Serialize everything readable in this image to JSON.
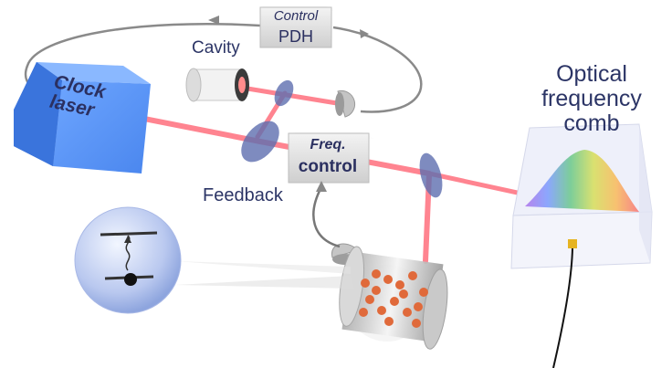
{
  "labels": {
    "clock_laser": [
      "Clock",
      "laser"
    ],
    "control_pdh_top": "Control",
    "control_pdh_bottom": "PDH",
    "cavity": "Cavity",
    "freq_control_top": "Freq.",
    "freq_control_bottom": "control",
    "feedback": "Feedback",
    "optical_frequency_comb": [
      "Optical",
      "frequency",
      "comb"
    ]
  },
  "colors": {
    "laser_beam": "#ff6f7d",
    "clock_laser_box": "#3f7fe6",
    "optics": "#5f6fb0",
    "text": "#2c3566"
  }
}
